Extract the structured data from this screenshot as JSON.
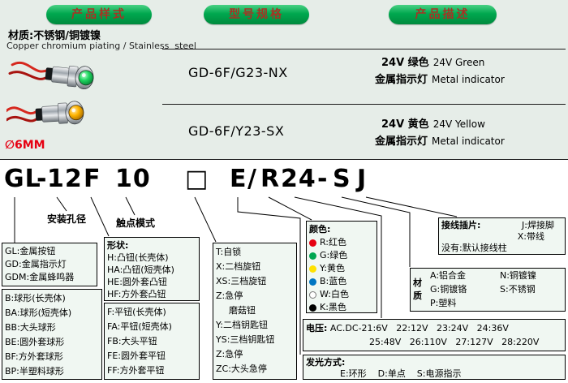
{
  "theme": {
    "tab_green": "#00a84f",
    "tab_text_red": "#a63324",
    "section_bg": "#e6ede8",
    "accent_red": "#e60012"
  },
  "header": {
    "tabs": [
      {
        "label": "产品样式"
      },
      {
        "label": "型号规格"
      },
      {
        "label": "产品描述"
      }
    ]
  },
  "product": {
    "material_cn": "材质:不锈钢/铜镀镍",
    "material_en": "Copper chromium piating / Stainless  steel",
    "diameter": "∅6MM",
    "rows": [
      {
        "model": "GD-6F/G23-NX",
        "desc_cn": "24V 绿色",
        "desc_en": "24V Green",
        "type_cn": "金属指示灯",
        "type_en": "Metal indicator"
      },
      {
        "model": "GD-6F/Y23-SX",
        "desc_cn": "24V 黄色",
        "desc_en": "24V Yellow",
        "type_cn": "金属指示灯",
        "type_en": "Metal indicator"
      }
    ]
  },
  "code": {
    "segments": [
      "GL",
      "-",
      "12",
      "F",
      "10",
      "□",
      "E",
      "/",
      "R",
      "24",
      "-",
      "S",
      "J"
    ],
    "annotations": {
      "mounting_hole": "安装孔径",
      "contact_mode": "触点模式"
    }
  },
  "legend": {
    "series": [
      "GL:金属按钮",
      "GD:金属指示灯",
      "GDM:金属蜂鸣器"
    ],
    "ball_shapes": [
      "B:球形(长壳体)",
      "BA:球形(短壳体)",
      "BB:大头球形",
      "BE:圆外套球形",
      "BF:方外套球形",
      "BP:半塑料球形"
    ],
    "shape": {
      "title": "形状:",
      "h_items": [
        "H:凸钮(长壳体)",
        "HA:凸钮(短壳体)",
        "HE:圆外套凸钮",
        "HF:方外套凸钮"
      ],
      "f_items": [
        "F:平钮(长壳体)",
        "FA:平钮(短壳体)",
        "FB:大头平钮",
        "FE:圆外套平钮",
        "FF:方外套平钮"
      ]
    },
    "actuators": [
      "T:自锁",
      "X:二档旋钮",
      "XS:三档旋钮",
      "Z:急停",
      "磨菇钮",
      "Y:二档钥匙钮",
      "YS:三档钥匙钮",
      "Z:急停",
      "ZC:大头急停"
    ],
    "color": {
      "title": "颜色:",
      "items": [
        {
          "code": "R",
          "label": "R:红色",
          "dot": "#e60012"
        },
        {
          "code": "G",
          "label": "G:绿色",
          "dot": "#00a651"
        },
        {
          "code": "Y",
          "label": "Y:黄色",
          "dot": "#ffe100"
        },
        {
          "code": "B",
          "label": "B:蓝色",
          "dot": "#0075c2"
        },
        {
          "code": "W",
          "label": "W:白色",
          "dot": "#ffffff"
        },
        {
          "code": "K",
          "label": "K:黑色",
          "dot": "#000000"
        }
      ]
    },
    "terminal": {
      "title": "接线插片:",
      "items": [
        "J:焊接脚",
        "X:带线",
        "没有:默认接线柱"
      ]
    },
    "material": {
      "title": "材质",
      "items": [
        "A:铝合金",
        "N:铜镀镍",
        "G:铜镀铬",
        "S:不锈钢",
        "P:塑料"
      ]
    },
    "voltage": {
      "title": "电压:",
      "line1": "AC.DC-21:6V   22:12V   23:24V   24:36V",
      "line2": "25:48V   26:110V   27:127V   28:220V"
    },
    "glow": {
      "title": "发光方式:",
      "items": "E:环形    D:单点    S:电源指示"
    }
  }
}
